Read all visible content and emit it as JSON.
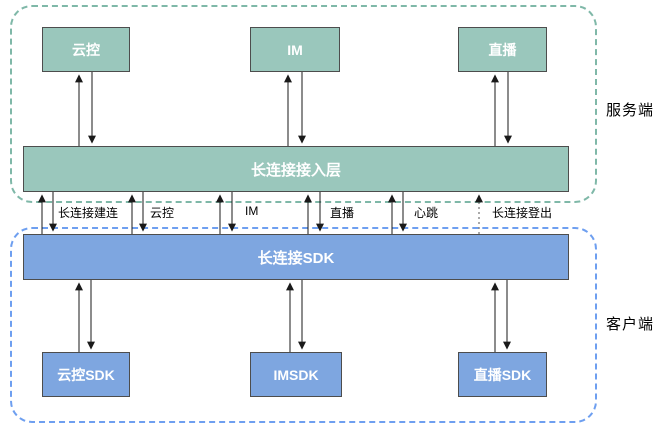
{
  "colors": {
    "server_fill": "#9AC7BC",
    "client_fill": "#7EA6E0",
    "server_region_border": "#7FB8A8",
    "client_region_border": "#6E9FF0",
    "box_border": "#4D4D4D",
    "arrow": "#1A1A1A",
    "text_on_fill": "#FFFFFF",
    "label_text": "#000000"
  },
  "server_region": {
    "label": "服务端",
    "boxes": [
      {
        "label": "云控"
      },
      {
        "label": "IM"
      },
      {
        "label": "直播"
      }
    ],
    "access_layer": {
      "label": "长连接接入层"
    }
  },
  "client_region": {
    "label": "客户端",
    "sdk_bar": {
      "label": "长连接SDK"
    },
    "boxes": [
      {
        "label": "云控SDK"
      },
      {
        "label": "IMSDK"
      },
      {
        "label": "直播SDK"
      }
    ]
  },
  "channels": [
    {
      "label": "长连接建连",
      "style": "solid-bidirectional"
    },
    {
      "label": "云控",
      "style": "solid-bidirectional"
    },
    {
      "label": "IM",
      "style": "solid-bidirectional"
    },
    {
      "label": "直播",
      "style": "solid-bidirectional"
    },
    {
      "label": "心跳",
      "style": "solid-bidirectional"
    },
    {
      "label": "长连接登出",
      "style": "dotted-up"
    }
  ]
}
